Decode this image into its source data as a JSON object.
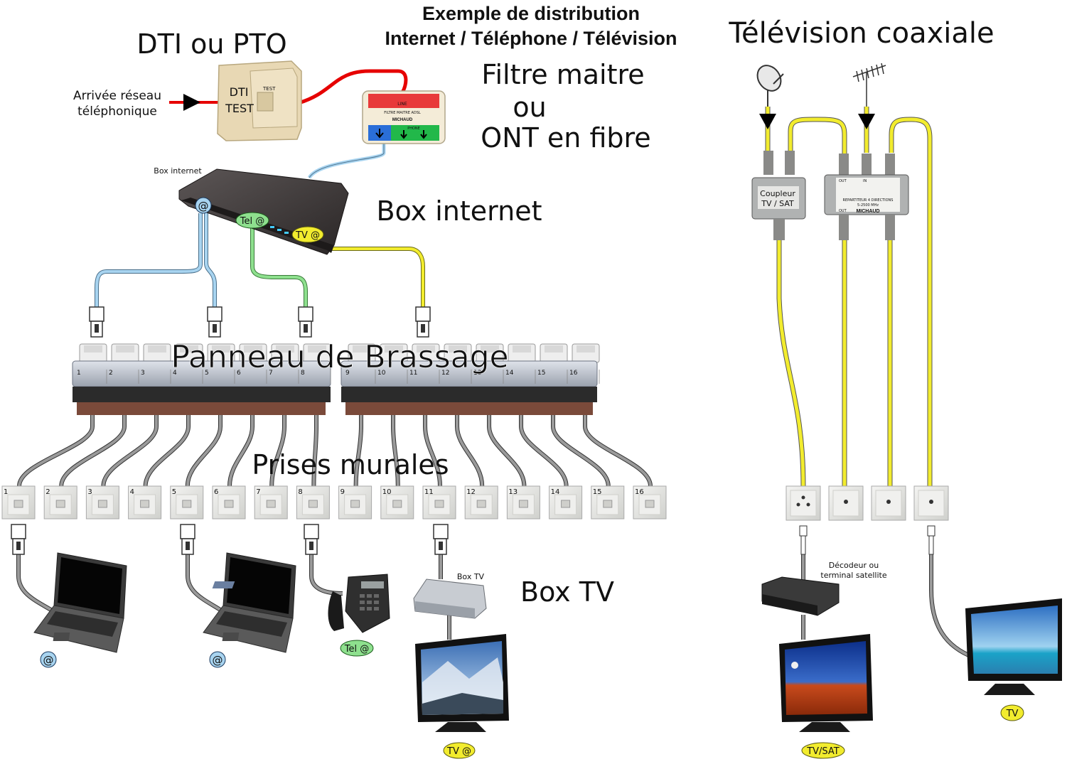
{
  "titles": {
    "main_line1": "Exemple de distribution",
    "main_line2": "Internet / Téléphone / Télévision",
    "dti": "DTI ou PTO",
    "arrivee_line1": "Arrivée réseau",
    "arrivee_line2": "téléphonique",
    "filtre_line1": "Filtre maitre",
    "filtre_line2": "ou",
    "filtre_line3": "ONT en fibre",
    "box_internet": "Box internet",
    "box_internet_small": "Box internet",
    "panneau": "Panneau de Brassage",
    "prises": "Prises murales",
    "box_tv": "Box TV",
    "box_tv_small": "Box TV",
    "coax": "Télévision coaxiale",
    "decodeur_line1": "Décodeur ou",
    "decodeur_line2": "terminal satellite",
    "coupleur_line1": "Coupleur",
    "coupleur_line2": "TV / SAT"
  },
  "devices": {
    "dti_line1": "DTI",
    "dti_line2": "TEST",
    "dti_port": "TEST",
    "filter_brand": "MICHAUD",
    "filter_model": "FILTRE MAITRE ADSL",
    "filter_line": "LINE",
    "filter_phone": "PHONE",
    "splitter_brand": "MICHAUD",
    "splitter_label": "REPARTITEUR 4 DIRECTIONS",
    "splitter_freq": "5-2500 MHz",
    "splitter_out": "OUT",
    "splitter_in": "IN"
  },
  "badges": {
    "at": "@",
    "tel": "Tel @",
    "tv_at": "TV @",
    "tv": "TV",
    "tvsat": "TV/SAT"
  },
  "panel_ports": [
    "1",
    "2",
    "3",
    "4",
    "5",
    "6",
    "7",
    "8",
    "9",
    "10",
    "11",
    "12",
    "13",
    "14",
    "15",
    "16"
  ],
  "wall_sockets": [
    "1",
    "2",
    "3",
    "4",
    "5",
    "6",
    "7",
    "8",
    "9",
    "10",
    "11",
    "12",
    "13",
    "14",
    "15",
    "16"
  ],
  "colors": {
    "cable_blue": "#a8d4f0",
    "cable_green": "#8ee08e",
    "cable_yellow": "#f2ec2e",
    "cable_red": "#e60000",
    "cable_grey": "#8a8a8a",
    "badge_blue": "#a8d4f0",
    "badge_green": "#8ee08e",
    "badge_yellow": "#f2ec2e"
  }
}
